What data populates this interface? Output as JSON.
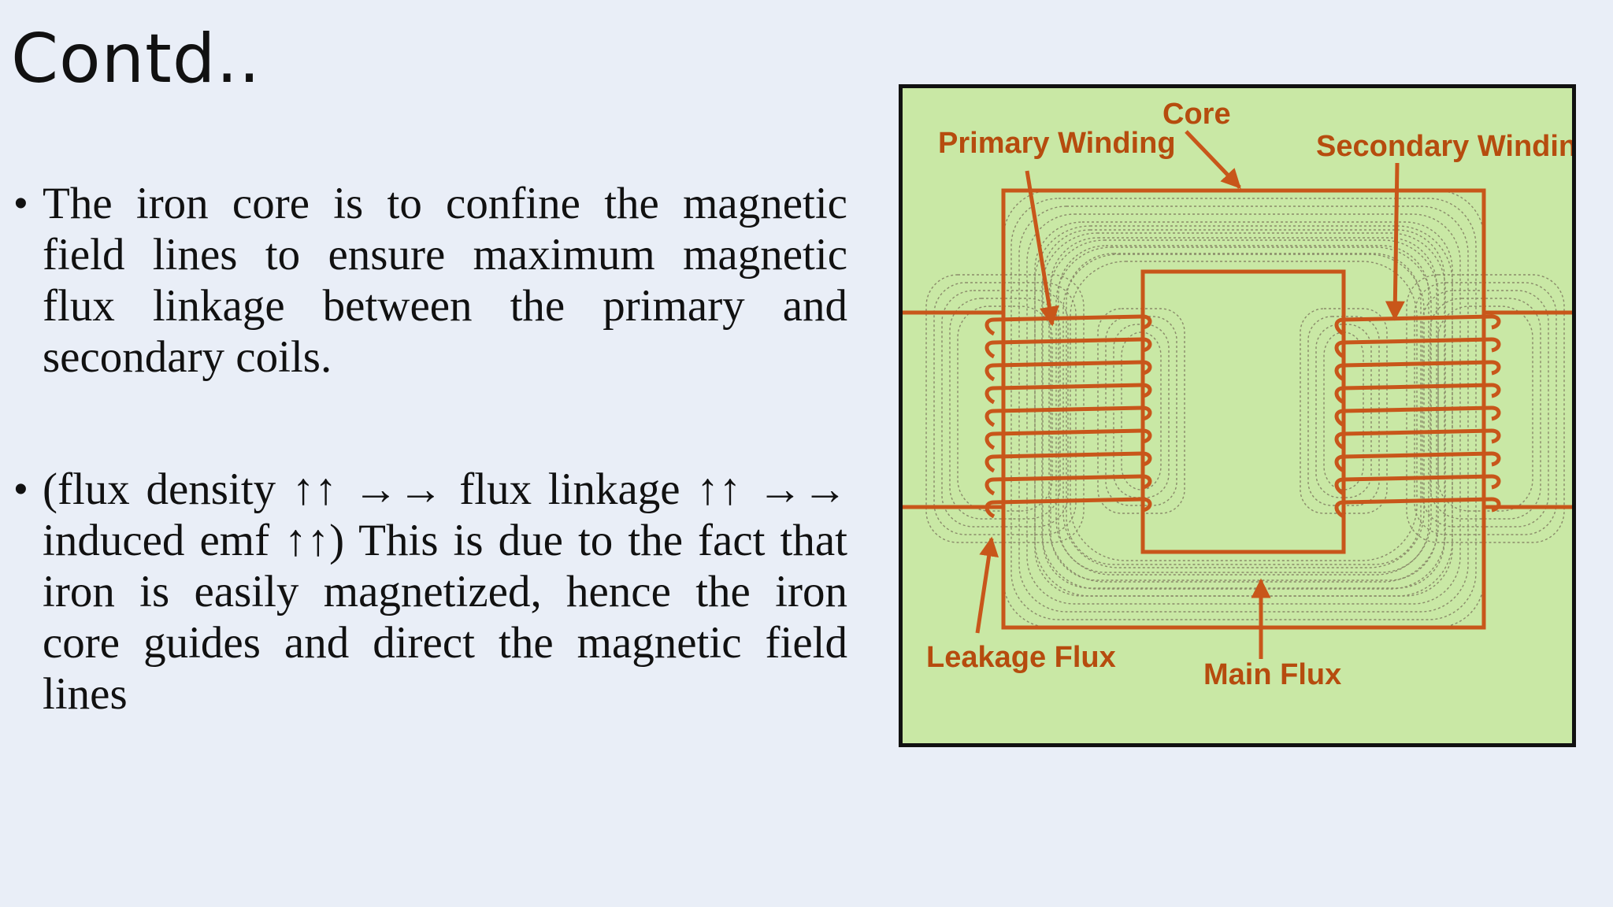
{
  "slide": {
    "title": "Contd..",
    "bullets": [
      "The iron core is to confine the magnetic field lines to ensure maximum magnetic flux linkage between the primary and secondary coils.",
      "(flux density ↑↑ →→ flux linkage ↑↑ →→ induced emf ↑↑) This is due to the fact that iron is easily magnetized, hence the iron core guides and direct the magnetic field lines"
    ],
    "bullet_symbol": "•"
  },
  "figure": {
    "labels": {
      "core": "Core",
      "primary": "Primary Winding",
      "secondary": "Secondary Winding",
      "leakage": "Leakage Flux",
      "main": "Main Flux"
    },
    "colors": {
      "background": "#c9e8a5",
      "core_and_winding": "#c8561a",
      "flux_lines": "#8a8a6a",
      "border": "#111111"
    }
  }
}
